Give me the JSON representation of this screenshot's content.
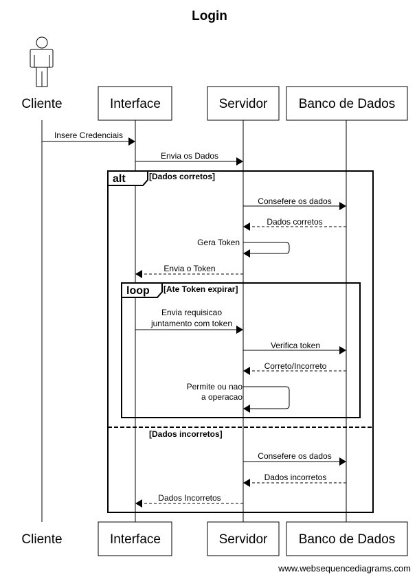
{
  "title": "Login",
  "participants": {
    "cliente": "Cliente",
    "interface": "Interface",
    "servidor": "Servidor",
    "banco": "Banco de Dados"
  },
  "messages": {
    "insere_credenciais": "Insere Credenciais",
    "envia_dados": "Envia os Dados",
    "consefere_dados_1": "Consefere os dados",
    "dados_corretos": "Dados corretos",
    "gera_token": "Gera Token",
    "envia_token": "Envia o Token",
    "envia_requisicao_1": "Envia requisicao",
    "envia_requisicao_2": "juntamento com token",
    "verifica_token": "Verifica token",
    "correto_incorreto": "Correto/Incorreto",
    "permite_1": "Permite ou nao",
    "permite_2": "a operacao",
    "consefere_dados_2": "Consefere os dados",
    "dados_incorretos": "Dados incorretos",
    "dados_incorretos_cap": "Dados Incorretos"
  },
  "frames": {
    "alt_label": "alt",
    "alt_guard": "[Dados corretos]",
    "else_guard": "[Dados incorretos]",
    "loop_label": "loop",
    "loop_guard": "[Ate Token expirar]"
  },
  "credit": "www.websequencediagrams.com"
}
